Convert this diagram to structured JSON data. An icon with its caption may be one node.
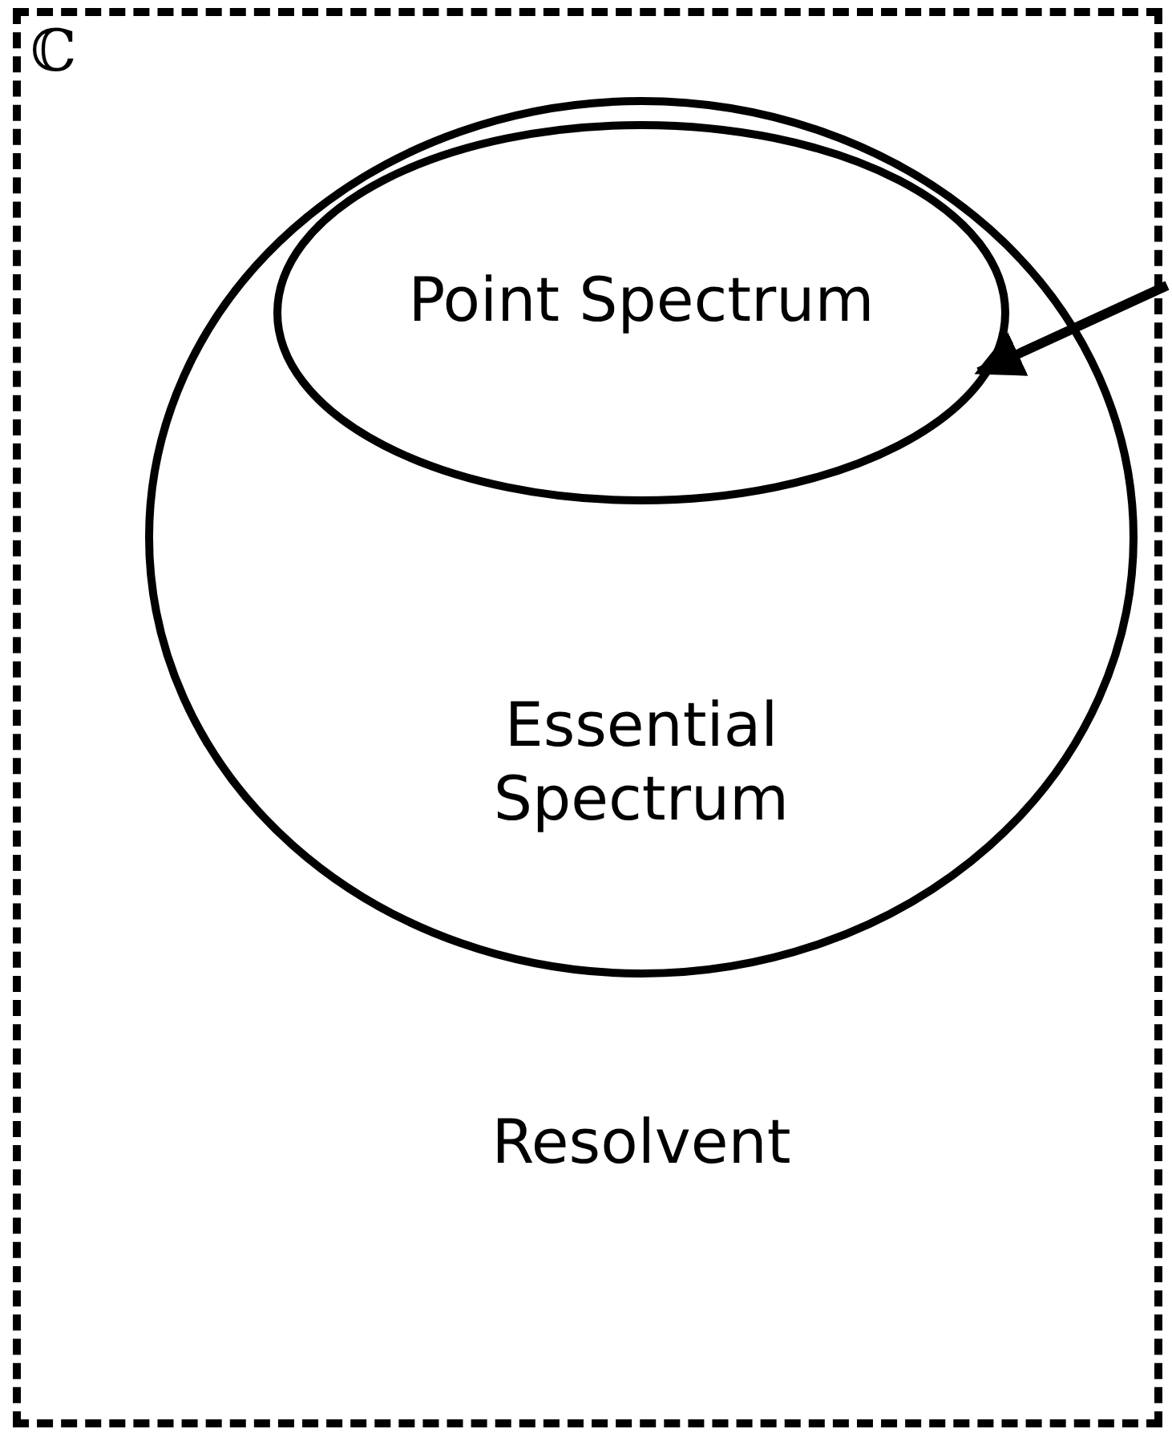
{
  "diagram": {
    "nodes": [
      {
        "text": [
          "ℂ",
          "Resolvent"
        ]
      },
      {
        "text": [
          "Essential Spectrum"
        ],
        "in": 0
      },
      {
        "text": [
          "Point Spectrum"
        ],
        "in": 1
      }
    ],
    "edges": [
      {
        "from": null,
        "to": 2,
        "arrow": "to"
      }
    ]
  }
}
